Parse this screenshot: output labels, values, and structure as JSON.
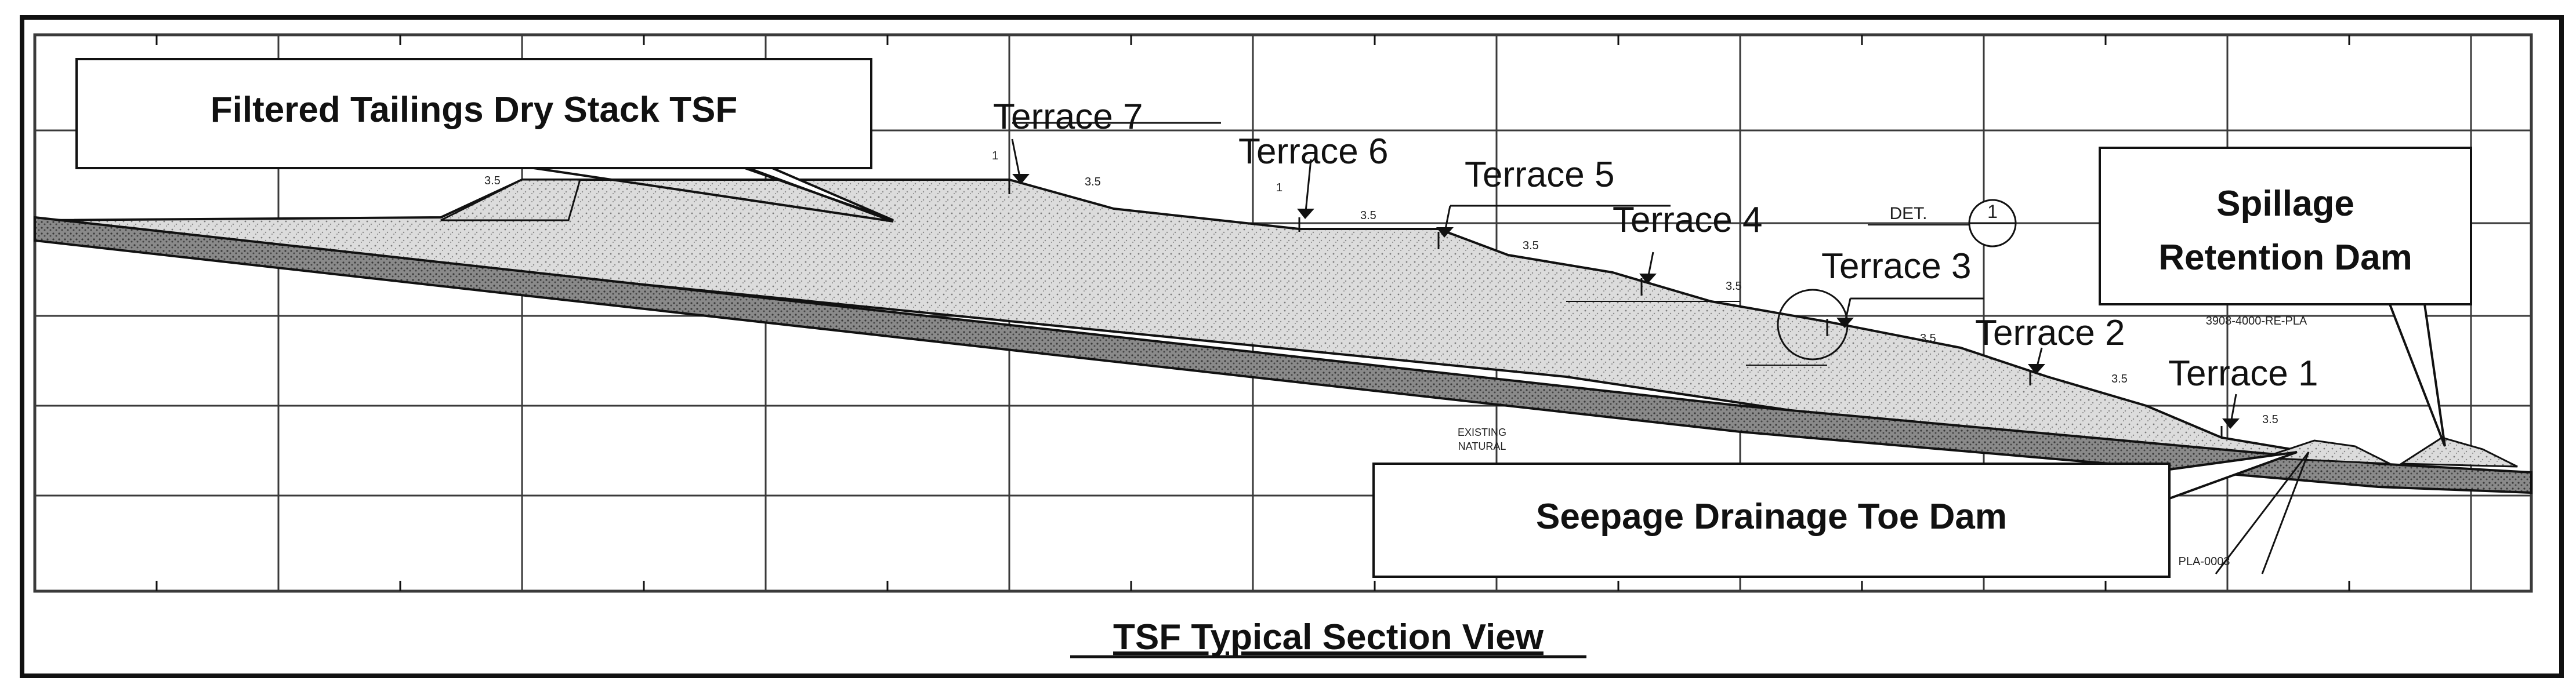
{
  "figure": {
    "caption": "TSF Typical Section View",
    "callouts": {
      "dry_stack": "Filtered Tailings Dry Stack TSF",
      "toe_dam": "Seepage Drainage Toe Dam",
      "spillage_line1": "Spillage",
      "spillage_line2": "Retention Dam"
    },
    "terraces": [
      {
        "label": "Terrace 7"
      },
      {
        "label": "Terrace 6"
      },
      {
        "label": "Terrace 5"
      },
      {
        "label": "Terrace 4"
      },
      {
        "label": "Terrace 3"
      },
      {
        "label": "Terrace 2"
      },
      {
        "label": "Terrace 1"
      }
    ],
    "drawing_notes": {
      "det": "DET.",
      "det_circle": "1",
      "reference": "3908-4000-RE-PLA",
      "sheet_ref": "PLA-0003",
      "ground_note_1": "EXISTING",
      "ground_note_2": "NATURAL",
      "slope_ratio": "3.5",
      "slope_rise": "1"
    },
    "colors": {
      "line": "#111111",
      "grid": "#3a3a3a",
      "fill_stack": "#d9d9d9",
      "fill_ground": "#6e6e6e",
      "background": "#ffffff"
    }
  }
}
